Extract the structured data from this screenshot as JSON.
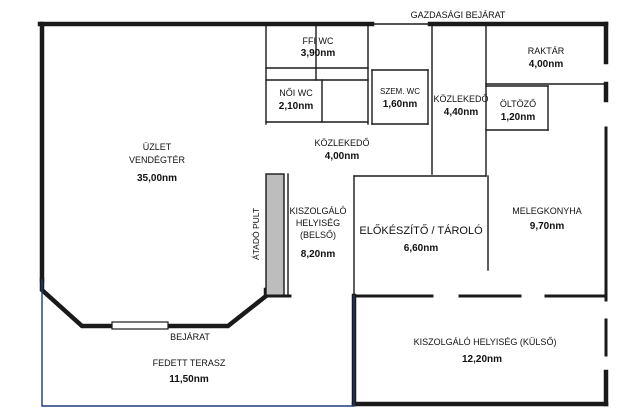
{
  "entrances": {
    "service": "GAZDASÁGI BEJÁRAT",
    "main": "BEJÁRAT"
  },
  "rooms": {
    "ffi_wc": {
      "name": "FFI WC",
      "area": "3,90nm"
    },
    "noi_wc": {
      "name": "NŐI WC",
      "area": "2,10nm"
    },
    "szem_wc": {
      "name": "SZEM. WC",
      "area": "1,60nm"
    },
    "kozlekedo_top": {
      "name": "KÖZLEKEDŐ",
      "area": "4,40nm"
    },
    "raktar": {
      "name": "RAKTÁR",
      "area": "4,00nm"
    },
    "oltozo": {
      "name": "ÖLTÖZŐ",
      "area": "1,20nm"
    },
    "uzlet": {
      "name_1": "ÜZLET",
      "name_2": "VENDÉGTÉR",
      "area": "35,00nm"
    },
    "kozlekedo_mid": {
      "name": "KÖZLEKEDŐ",
      "area": "4,00nm"
    },
    "kiszolgalo_belso": {
      "name_1": "KISZOLGÁLÓ",
      "name_2": "HELYISÉG",
      "name_3": "(BELSŐ)",
      "area": "8,20nm"
    },
    "atado_pult": {
      "name": "ÁTADÓ PULT"
    },
    "elokeszito": {
      "name": "ELŐKÉSZÍTŐ / TÁROLÓ",
      "area": "6,60nm"
    },
    "melegkonyha": {
      "name": "MELEGKONYHA",
      "area": "9,70nm"
    },
    "kiszolgalo_kulso": {
      "name": "KISZOLGÁLÓ HELYISÉG (KÜLSŐ)",
      "area": "12,20nm"
    },
    "fedett_terasz": {
      "name": "FEDETT TERASZ",
      "area": "11,50nm"
    }
  }
}
